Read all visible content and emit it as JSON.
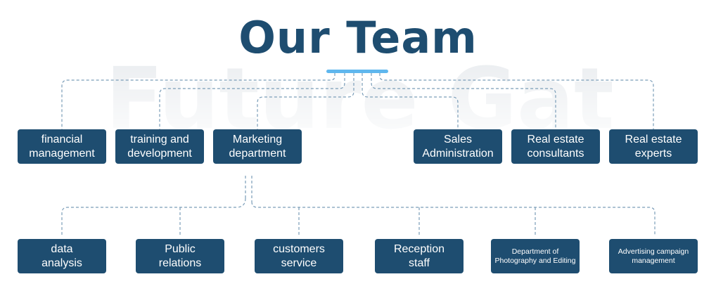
{
  "title": "Our Team",
  "watermark": "Future Gate",
  "departments": [
    {
      "label": "financial\nmanagement"
    },
    {
      "label": "training and\ndevelopment"
    },
    {
      "label": "Marketing\ndepartment"
    },
    {
      "label": "Sales\nAdministration"
    },
    {
      "label": "Real estate\nconsultants"
    },
    {
      "label": "Real estate\nexperts"
    }
  ],
  "marketing_units": [
    {
      "label": "data\nanalysis"
    },
    {
      "label": "Public\nrelations"
    },
    {
      "label": "customers\nservice"
    },
    {
      "label": "Reception\nstaff"
    },
    {
      "label": "Department of\nPhotography and Editing"
    },
    {
      "label": "Advertising campaign\nmanagement"
    }
  ],
  "colors": {
    "box": "#1e4d70",
    "accent": "#5fb7ee",
    "connector": "#7a9db8"
  }
}
